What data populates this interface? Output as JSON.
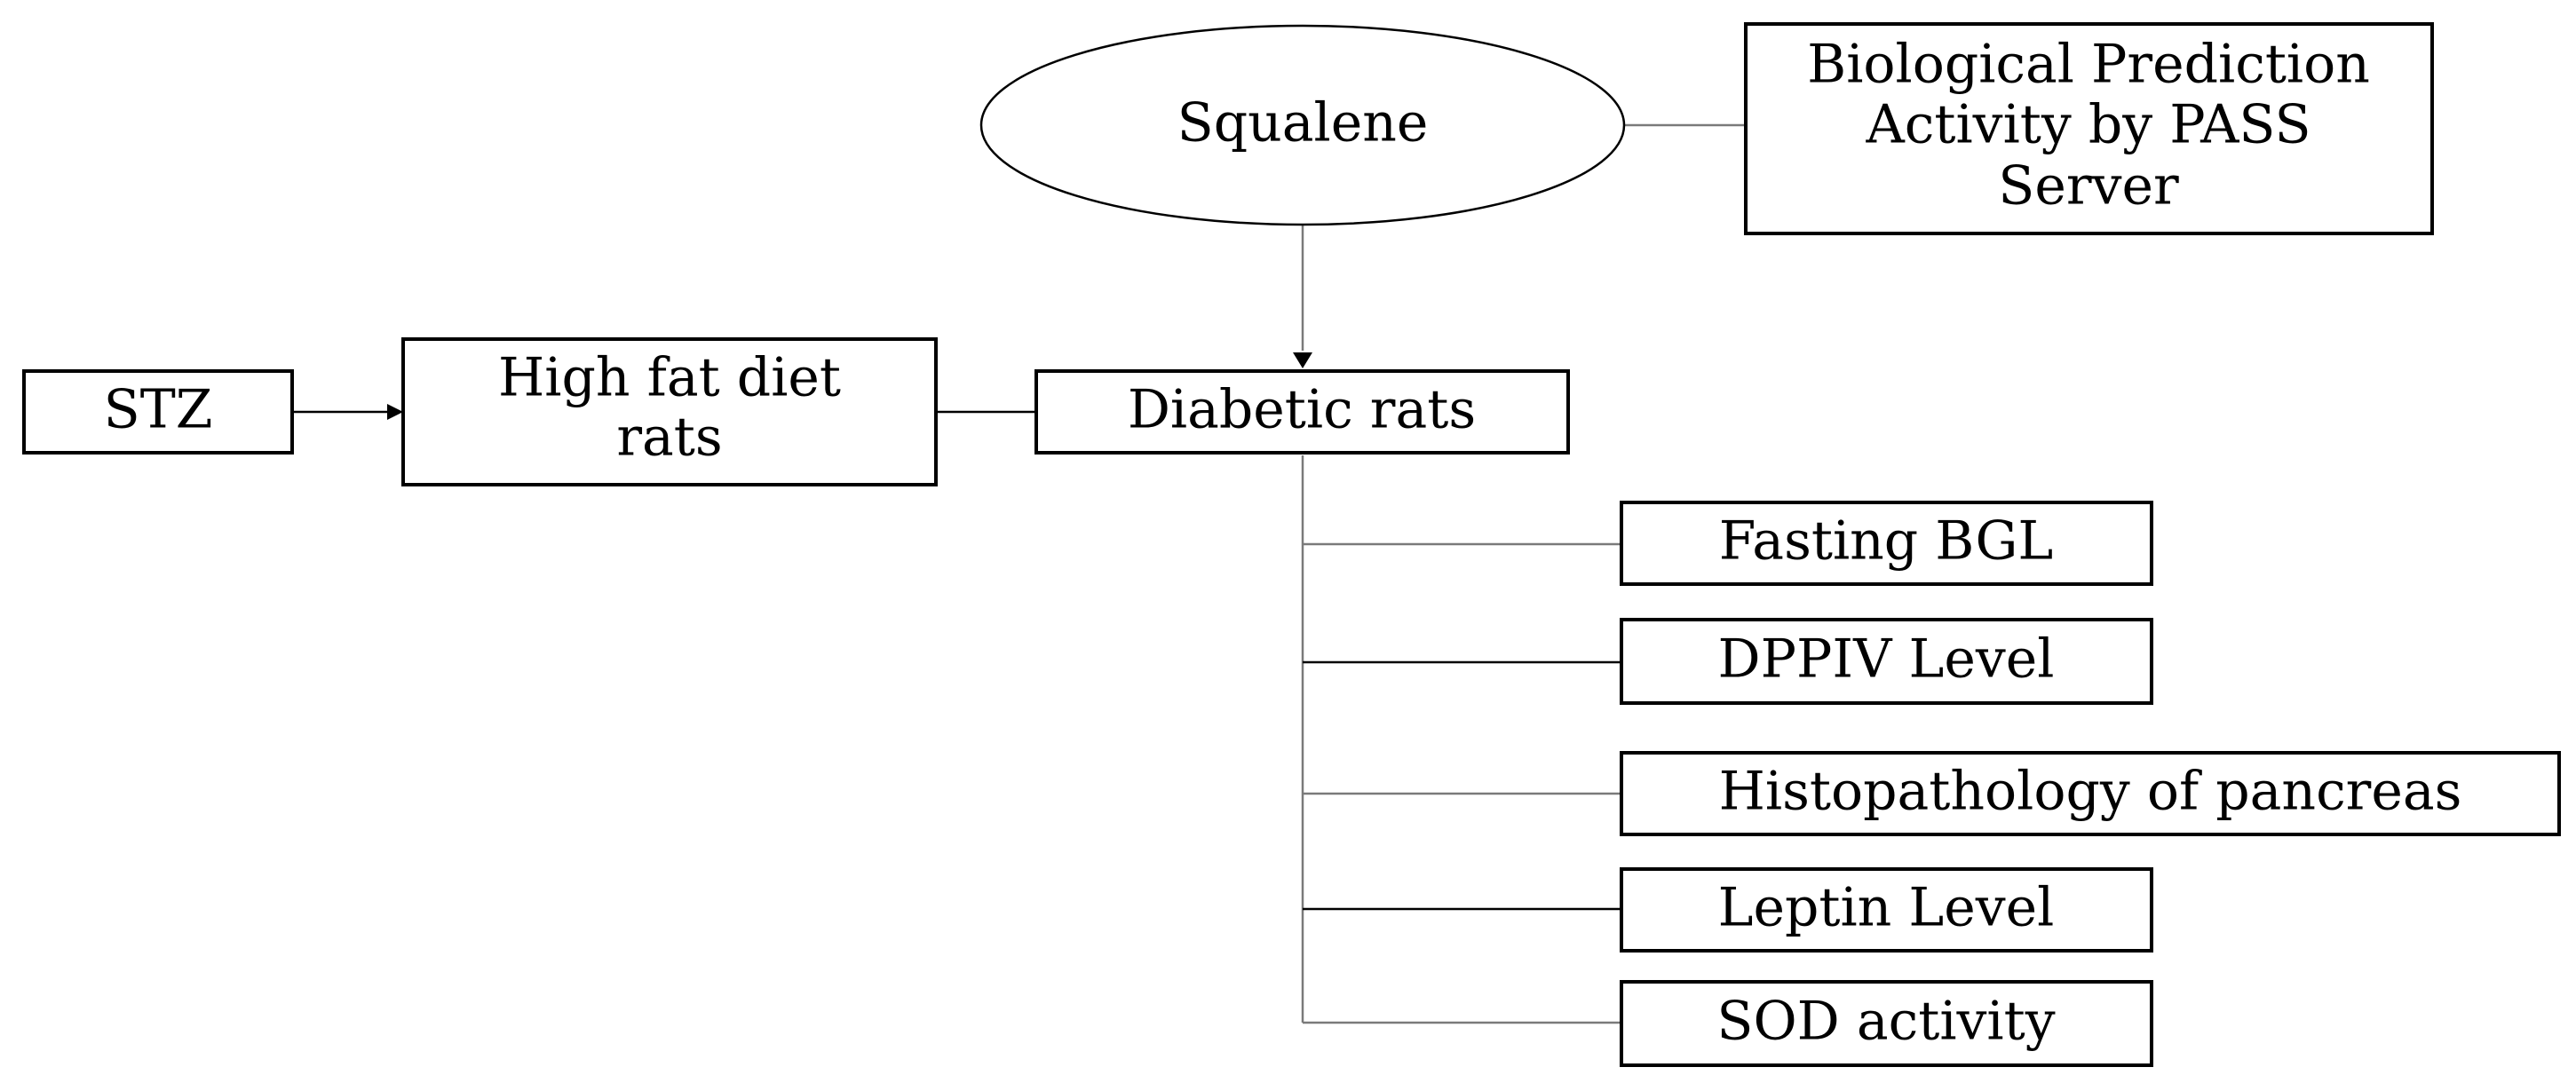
{
  "nodes": {
    "squalene": "Squalene",
    "pass_server": [
      "Biological Prediction",
      "Activity by PASS",
      "Server"
    ],
    "stz": "STZ",
    "high_fat_diet": [
      "High fat diet",
      "rats"
    ],
    "diabetic_rats": "Diabetic rats",
    "fasting_bgl": "Fasting BGL",
    "dppiv_level": "DPPIV Level",
    "histopathology": "Histopathology of pancreas",
    "leptin_level": "Leptin Level",
    "sod_activity": "SOD activity"
  },
  "edges": [
    {
      "from": "squalene",
      "to": "pass_server",
      "arrow": false
    },
    {
      "from": "squalene",
      "to": "diabetic_rats",
      "arrow": true
    },
    {
      "from": "stz",
      "to": "high_fat_diet",
      "arrow": true
    },
    {
      "from": "high_fat_diet",
      "to": "diabetic_rats",
      "arrow": false
    },
    {
      "from": "diabetic_rats",
      "to": "fasting_bgl",
      "arrow": false
    },
    {
      "from": "diabetic_rats",
      "to": "dppiv_level",
      "arrow": false
    },
    {
      "from": "diabetic_rats",
      "to": "histopathology",
      "arrow": false
    },
    {
      "from": "diabetic_rats",
      "to": "leptin_level",
      "arrow": false
    },
    {
      "from": "diabetic_rats",
      "to": "sod_activity",
      "arrow": false
    }
  ]
}
